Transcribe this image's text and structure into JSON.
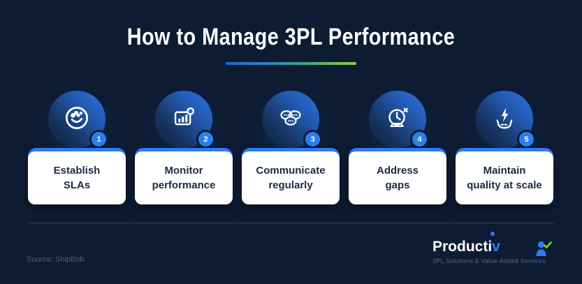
{
  "title": "How to Manage 3PL Performance",
  "colors": {
    "background": "#0e1c33",
    "accent_blue": "#2e7bf6",
    "badge_blue": "#2b7ff0",
    "card_text": "#1b2a47",
    "underline_gradient": [
      "#1d66e0",
      "#3aa08d",
      "#90d42d"
    ],
    "check_green": "#72cc35"
  },
  "steps": [
    {
      "number": "1",
      "label": "Establish\nSLAs",
      "icon": "handshake-seal-icon"
    },
    {
      "number": "2",
      "label": "Monitor\nperformance",
      "icon": "bar-chart-icon"
    },
    {
      "number": "3",
      "label": "Communicate\nregularly",
      "icon": "chat-bubbles-icon"
    },
    {
      "number": "4",
      "label": "Address\ngaps",
      "icon": "clock-gap-icon"
    },
    {
      "number": "5",
      "label": "Maintain\nquality at scale",
      "icon": "energy-hand-icon"
    }
  ],
  "footer": {
    "source": "Source: ShipBob",
    "logo_text": "Producti",
    "logo_suffix": "v",
    "tagline": "3PL Solutions & Value-Added Services"
  }
}
